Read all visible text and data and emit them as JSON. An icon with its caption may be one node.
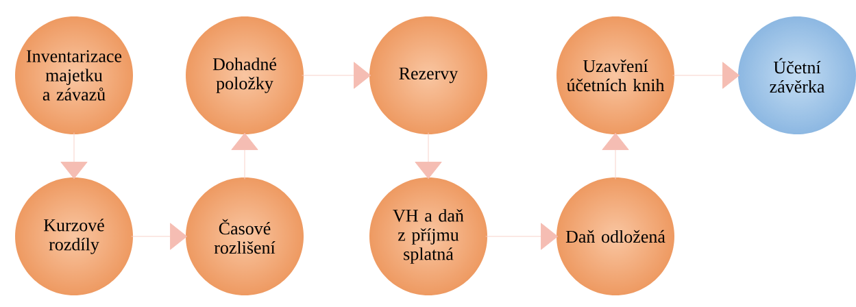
{
  "diagram": {
    "nodes": [
      {
        "text": [
          "Inventarizace majetku a závazů"
        ]
      },
      {
        "text": [
          "Kurzové rozdíly"
        ]
      },
      {
        "text": [
          "Časové rozlišení"
        ]
      },
      {
        "text": [
          "Dohadné položky"
        ]
      },
      {
        "text": [
          "Rezervy"
        ]
      },
      {
        "text": [
          "VH a daň z příjmu splatná"
        ]
      },
      {
        "text": [
          "Daň odložená"
        ]
      },
      {
        "text": [
          "Uzavření účetních knih"
        ]
      },
      {
        "text": [
          "Účetní závěrka"
        ]
      }
    ],
    "edges": [
      {
        "from": 0,
        "to": 1,
        "arrow": "to"
      },
      {
        "from": 1,
        "to": 2,
        "arrow": "to"
      },
      {
        "from": 2,
        "to": 3,
        "arrow": "to"
      },
      {
        "from": 3,
        "to": 4,
        "arrow": "to"
      },
      {
        "from": 4,
        "to": 5,
        "arrow": "to"
      },
      {
        "from": 5,
        "to": 6,
        "arrow": "to"
      },
      {
        "from": 6,
        "to": 7,
        "arrow": "to"
      },
      {
        "from": 7,
        "to": 8,
        "arrow": "to"
      }
    ]
  }
}
